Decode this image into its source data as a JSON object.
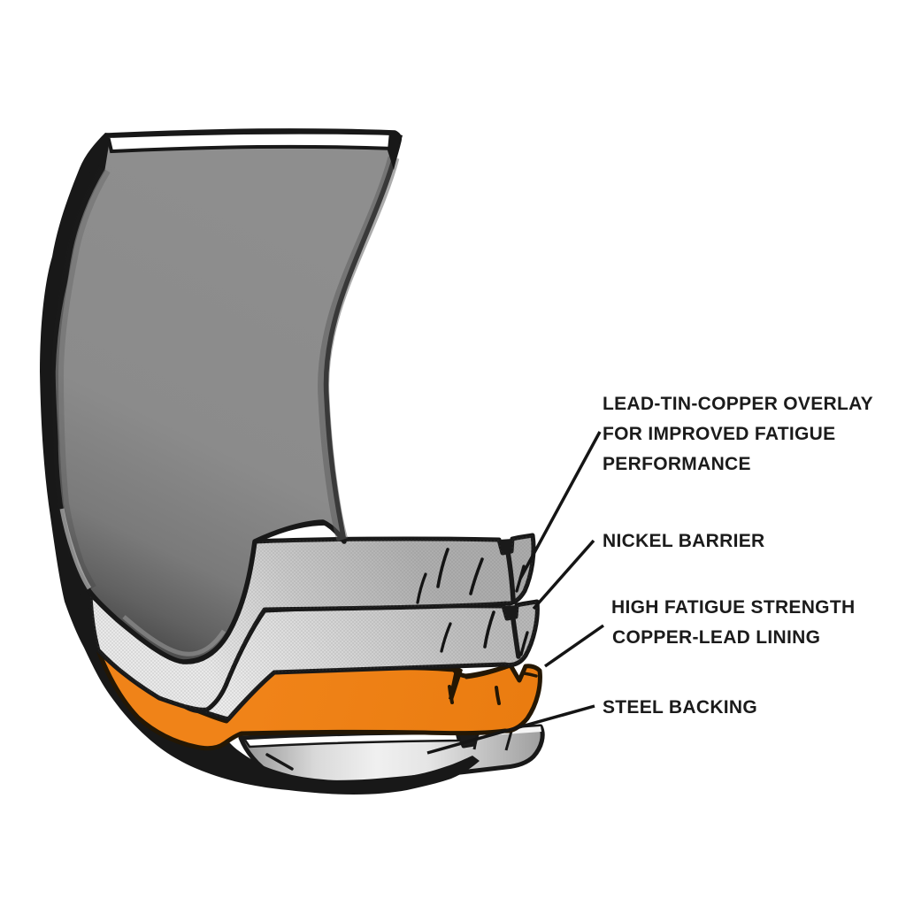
{
  "figure": {
    "background": "#ffffff",
    "colors": {
      "body_gray": "#8b8b8b",
      "band_gray_light": "#d8d8d8",
      "lining_orange": "#F08318",
      "steel_light": "#e9e9e9",
      "outline_black": "#181818",
      "text_color": "#1b1b1b"
    },
    "labels": {
      "overlay": {
        "line1": "LEAD-TIN-COPPER OVERLAY",
        "line2": "FOR IMPROVED FATIGUE",
        "line3": "PERFORMANCE"
      },
      "nickel": {
        "line1": "NICKEL BARRIER"
      },
      "lining": {
        "line1": "HIGH FATIGUE STRENGTH",
        "line2": "COPPER-LEAD LINING"
      },
      "steel": {
        "line1": "STEEL BACKING"
      }
    }
  }
}
